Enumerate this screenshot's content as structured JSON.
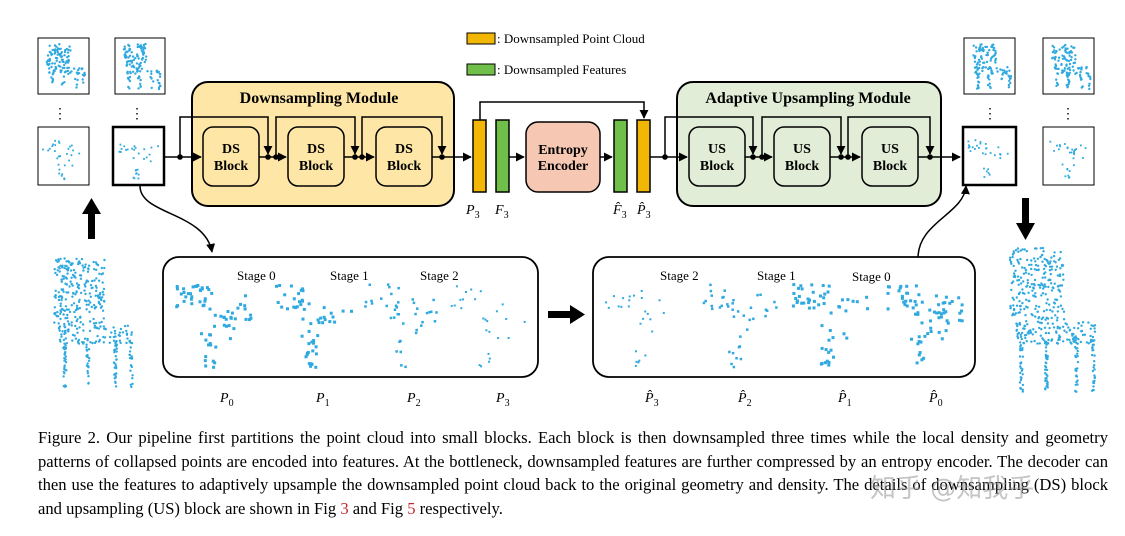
{
  "legend": {
    "downsampled_point_cloud": ": Downsampled Point Cloud",
    "downsampled_features": ": Downsampled Features",
    "point_cloud_color": "#f2b705",
    "features_color": "#6fbf4a"
  },
  "modules": {
    "downsampling_title": "Downsampling Module",
    "upsampling_title": "Adaptive Upsampling  Module",
    "downsampling_bg": "#fde6a6",
    "upsampling_bg": "#e1edd6",
    "entropy_encoder_line1": "Entropy",
    "entropy_encoder_line2": "Encoder",
    "entropy_bg": "#f6c7b3"
  },
  "ds_blocks": [
    {
      "line1": "DS",
      "line2": "Block"
    },
    {
      "line1": "DS",
      "line2": "Block"
    },
    {
      "line1": "DS",
      "line2": "Block"
    }
  ],
  "us_blocks": [
    {
      "line1": "US",
      "line2": "Block"
    },
    {
      "line1": "US",
      "line2": "Block"
    },
    {
      "line1": "US",
      "line2": "Block"
    }
  ],
  "bottleneck_labels": {
    "p3": "P",
    "f3": "F",
    "f3_hat": "F̂",
    "p3_hat": "P̂",
    "subscript": "3"
  },
  "encoder_stages": {
    "labels": [
      "Stage 0",
      "Stage 1",
      "Stage 2"
    ],
    "p_labels": [
      {
        "sym": "P",
        "sub": "0"
      },
      {
        "sym": "P",
        "sub": "1"
      },
      {
        "sym": "P",
        "sub": "2"
      },
      {
        "sym": "P",
        "sub": "3"
      }
    ]
  },
  "decoder_stages": {
    "labels": [
      "Stage 2",
      "Stage 1",
      "Stage 0"
    ],
    "p_labels": [
      {
        "sym": "P̂",
        "sub": "3"
      },
      {
        "sym": "P̂",
        "sub": "2"
      },
      {
        "sym": "P̂",
        "sub": "1"
      },
      {
        "sym": "P̂",
        "sub": "0"
      }
    ]
  },
  "thumbnail_ellipsis": "⋮",
  "point_color": "#2fa9df",
  "caption": {
    "part1": "Figure 2. Our pipeline first partitions the point cloud into small blocks. Each block is then downsampled three times while the local density and geometry patterns of collapsed points are encoded into features. At the bottleneck, downsampled features are further compressed by an entropy encoder. The decoder can then use the features to adaptively upsample the downsampled point cloud back to the original geometry and density. The details of downsampling (DS) block and upsampling (US) block are shown in Fig ",
    "ref1": "3",
    "part2": " and Fig ",
    "ref2": "5",
    "part3": " respectively."
  },
  "watermark": "知乎 @知我乎"
}
